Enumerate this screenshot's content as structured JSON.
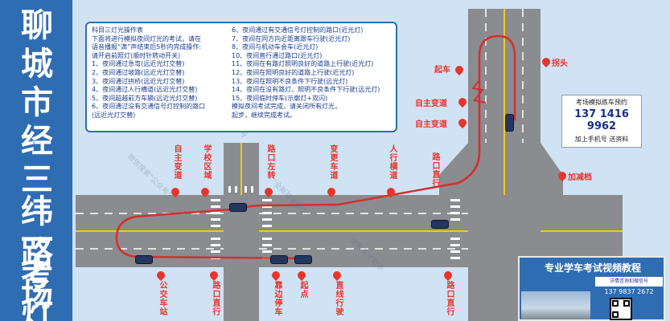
{
  "page_title_chars": [
    "聊",
    "城",
    "市",
    "经",
    "三",
    "纬",
    "一",
    "路",
    "考",
    "场",
    "灯"
  ],
  "instructions": {
    "left": [
      "科目三灯光操作表",
      "下面将进行模拟夜间灯光的考试，请在",
      "语音播报“滴”声结束后5秒内完成操作:",
      "请开启前照灯(顺时针转动开关)",
      "1、夜间通过急弯(远近光灯交替)",
      "2、夜间通过坡路(远近光灯交替)",
      "3、夜间通过拱桥(远近光灯交替)",
      "4、夜间通过人行横道(远近光灯交替)",
      "5、夜间超越前方车辆(远近光灯交替)",
      "6、夜间通过没有交通信号灯控制的路口",
      "  (远近光灯交替)"
    ],
    "right": [
      "6、夜间通过有交通信号灯控制的路口(近光灯)",
      "7、夜间在同方向近距离跟车行驶(近光灯)",
      "8、夜间与机动车会车(近光灯)",
      "10、夜间直行通过路口(近光灯)",
      "11、夜间在有路灯照明良好的道路上行驶(近光灯)",
      "12、夜间在照明良好的道路上行驶(近光灯)",
      "13、夜间在照明不良条件下行驶(远光灯)",
      "14、夜间在没有路灯、照明不良条件下行驶(远光灯)",
      "15、夜间临时停车(示廓灯+双闪)",
      "模拟夜间考试完成，请关闭所有灯光，",
      "起步，继续完成考试。"
    ]
  },
  "places": {
    "qi_che": "起车",
    "guai_tou": "拐头",
    "zizhu_1": "自主变道",
    "zizhu_2": "自主变道",
    "jiabian": "加减档",
    "top_1": "自主变道",
    "top_2": "学校区域",
    "top_3": "路口左转",
    "top_4": "变更车道",
    "top_5": "人行横道",
    "top_6": "路口直行",
    "bot_1": "公交车站",
    "bot_2": "路口直行",
    "bot_3": "靠边停车",
    "bot_4": "起点",
    "bot_5": "直线行驶",
    "bot_6": "路口直行"
  },
  "booking": {
    "title": "考场模拟练车预约",
    "phone": "137 1416 9962",
    "note": "加上手机号  送资料"
  },
  "video": {
    "title": "专业学车考试视频教程",
    "subtitle": "详情咨询扣微信号",
    "phone": "137 9837 2672"
  },
  "watermarks": [
    "微信搜索“公众号”",
    "“全新驾考助手”",
    "微信搜索 公众号",
    "全新驾考助手"
  ],
  "colors": {
    "title_bg": "#2f6db3",
    "road": "#8a8c8f",
    "route": "#d32f2f",
    "label": "#e8342b",
    "lane_line": "#f2c81a"
  }
}
